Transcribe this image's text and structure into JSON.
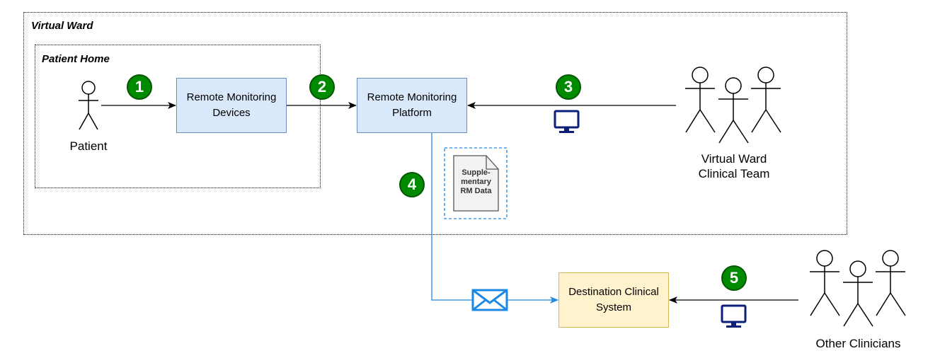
{
  "virtual_ward": {
    "title": "Virtual Ward"
  },
  "patient_home": {
    "title": "Patient Home"
  },
  "nodes": {
    "devices": {
      "line1": "Remote Monitoring",
      "line2": "Devices"
    },
    "platform": {
      "line1": "Remote Monitoring",
      "line2": "Platform"
    },
    "destination": {
      "line1": "Destination Clinical",
      "line2": "System"
    }
  },
  "actors": {
    "patient": {
      "label": "Patient"
    },
    "team": {
      "line1": "Virtual Ward",
      "line2": "Clinical Team"
    },
    "others": {
      "label": "Other Clinicians"
    }
  },
  "document": {
    "line1": "Supple-",
    "line2": "mentary",
    "line3": "RM Data"
  },
  "badges": [
    "1",
    "2",
    "3",
    "4",
    "5"
  ],
  "icons": {
    "monitor": "monitor-icon",
    "envelope": "envelope-icon",
    "actor": "person-icon",
    "document": "document-icon"
  },
  "colors": {
    "node_blue_fill": "#dae8fc",
    "node_blue_stroke": "#6c8ebf",
    "node_yellow_fill": "#fff2cc",
    "node_yellow_stroke": "#d6b656",
    "badge_green": "#008a00",
    "monitor_navy": "#0b1f7a",
    "message_blue": "#1e88e5"
  }
}
